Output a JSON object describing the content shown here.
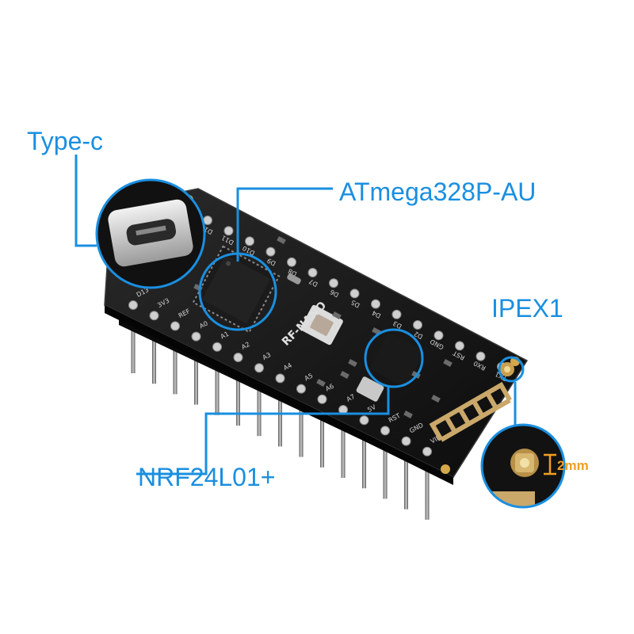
{
  "callouts": {
    "type_c": "Type-c",
    "atmega": "ATmega328P-AU",
    "ipex": "IPEX1",
    "nrf": "NRF24L01+"
  },
  "dimension": "2mm",
  "board": {
    "logo": "RF-NANO",
    "top_pin_labels": [
      "D12",
      "D11",
      "D10",
      "D9",
      "D8",
      "D7",
      "D6",
      "D5",
      "D4",
      "D3",
      "D2",
      "GND",
      "RST",
      "RX0",
      "TX1"
    ],
    "bottom_pin_labels": [
      "D13",
      "3V3",
      "REF",
      "A0",
      "A1",
      "A2",
      "A3",
      "A4",
      "A5",
      "A6",
      "A7",
      "5V",
      "RST",
      "GND",
      "VIN"
    ]
  },
  "colors": {
    "callout": "#1a8fe0",
    "dimension": "#f0a020",
    "pcb": "#141414",
    "antenna": "#caa86a"
  }
}
